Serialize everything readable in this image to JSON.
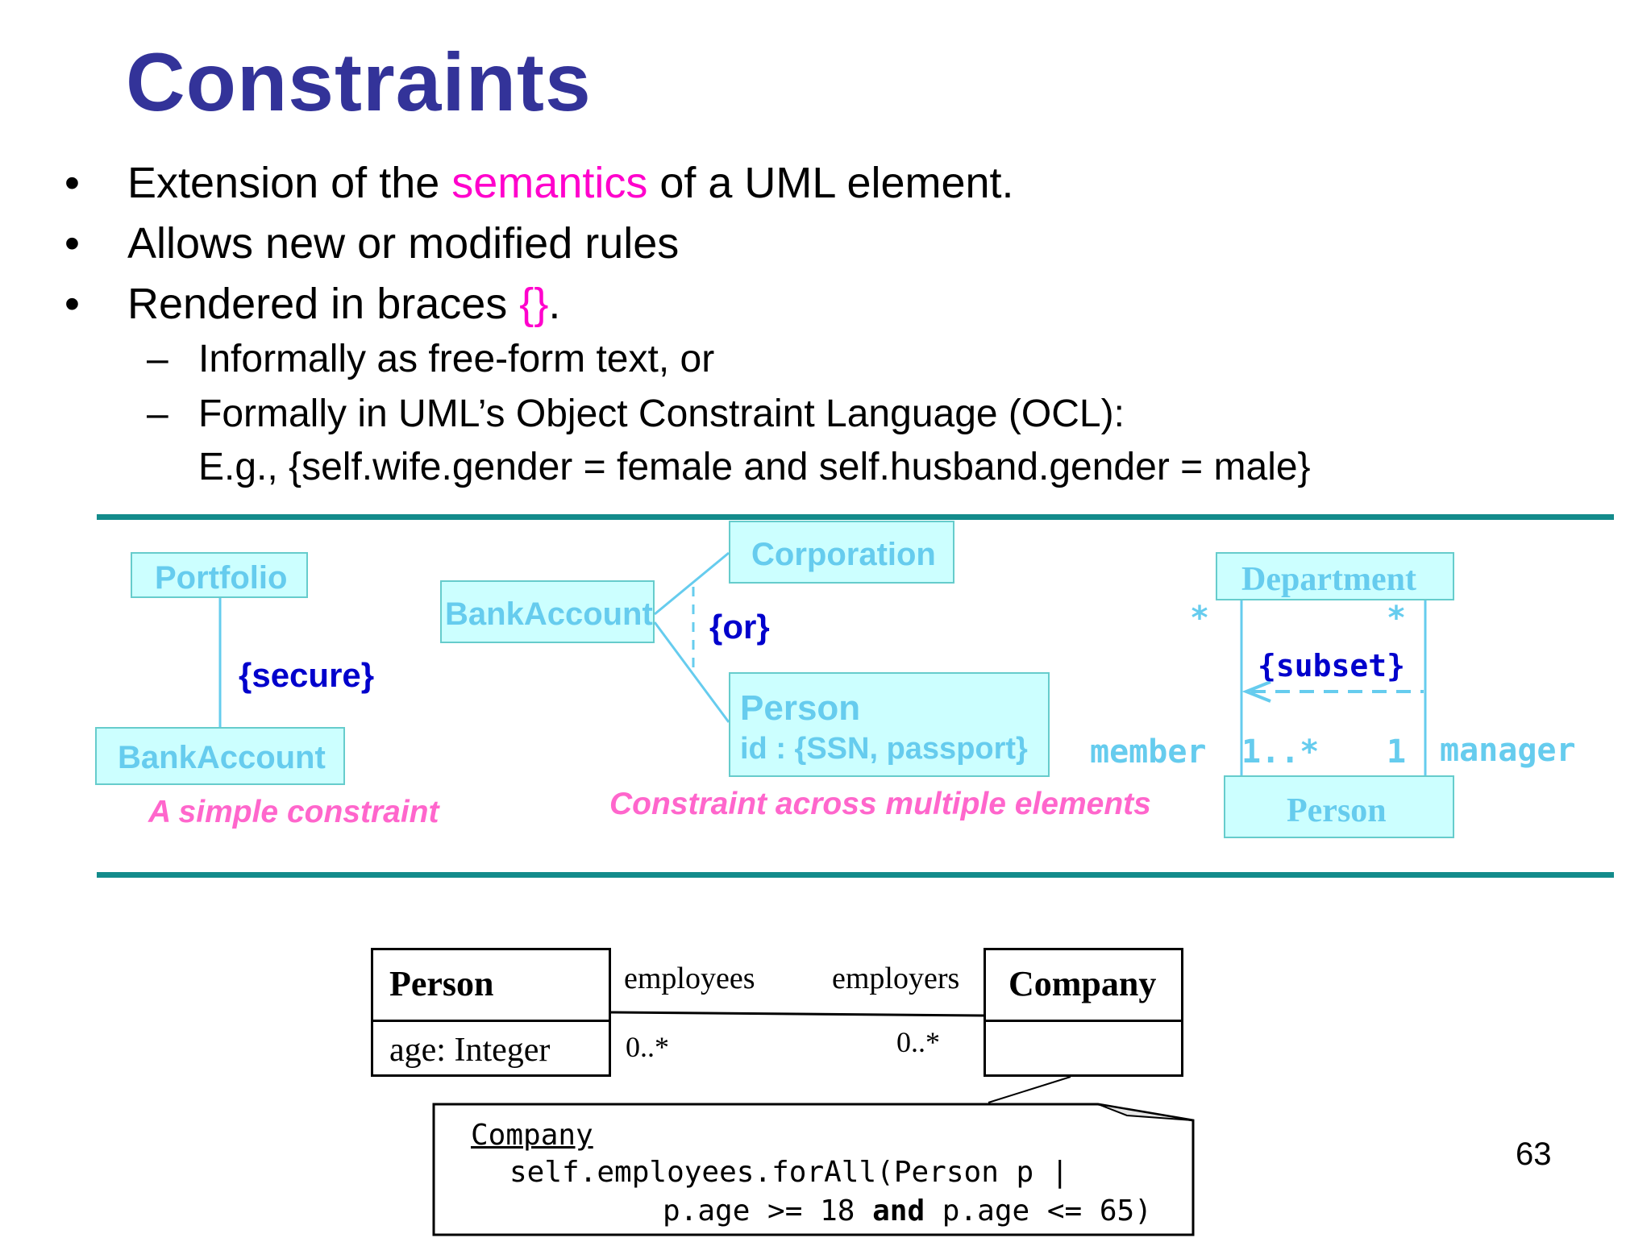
{
  "title": "Constraints",
  "bullets": [
    {
      "pre": "Extension of the ",
      "hl": "semantics",
      "post": " of a UML element."
    },
    {
      "pre": "Allows new or modified rules",
      "hl": "",
      "post": ""
    },
    {
      "pre": "Rendered in braces ",
      "hl": "{}",
      "post": "."
    }
  ],
  "bullet_marker": "•",
  "sub_marker": "–",
  "sub_bullets": [
    "Informally as free-form text, or",
    "Formally in UML’s Object Constraint Language (OCL):"
  ],
  "example": "E.g., {self.wife.gender = female and self.husband.gender = male}",
  "simple": {
    "top_class": "Portfolio",
    "bottom_class": "BankAccount",
    "constraint": "{secure}",
    "caption": "A simple constraint"
  },
  "multi": {
    "left_class": "BankAccount",
    "top_class": "Corporation",
    "person_name": "Person",
    "person_attr": "id : {SSN, passport}",
    "constraint": "{or}",
    "caption": "Constraint across multiple elements"
  },
  "subset": {
    "top_class": "Department",
    "bottom_class": "Person",
    "constraint": "{subset}",
    "left_star": "*",
    "right_star": "*",
    "member": "member",
    "member_mult": "1..*",
    "manager_mult": "1",
    "manager": "manager"
  },
  "ocl": {
    "person_class": "Person",
    "person_attr": "age: Integer",
    "company_class": "Company",
    "employees_role": "employees",
    "employers_role": "employers",
    "employees_mult": "0..*",
    "employers_mult": "0..*",
    "note_context": "Company",
    "note_line1": "self.employees.forAll(Person p |",
    "note_line2a": "p.age >= 18 ",
    "note_kw": "and",
    "note_line2b": " p.age <= 65)"
  },
  "page_number": "63",
  "colors": {
    "title": "#333399",
    "highlight": "#ff00cc",
    "rule": "#138b8b",
    "uml_fill": "#ccffff",
    "uml_text": "#66ccee",
    "constraint": "#0000cc",
    "caption": "#ff66cc"
  }
}
